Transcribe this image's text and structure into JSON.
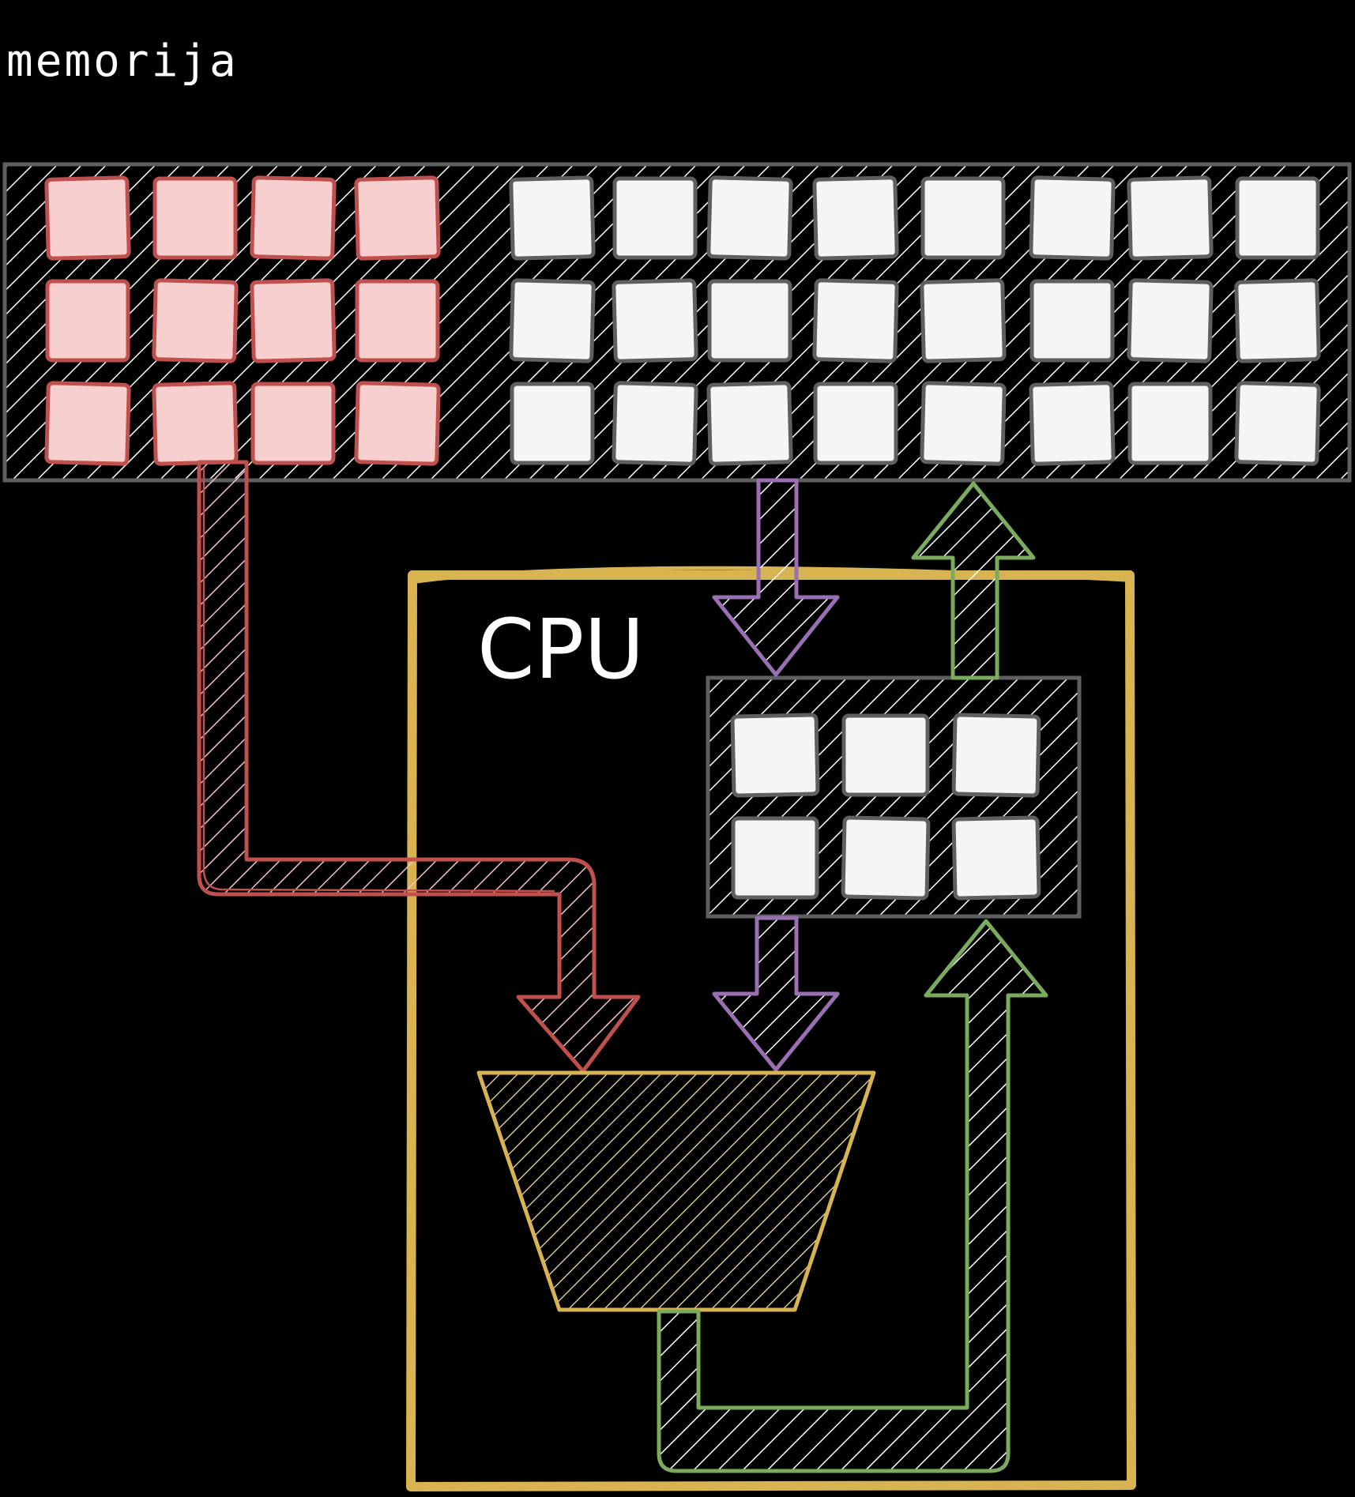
{
  "labels": {
    "memory": "memorija",
    "cpu": "CPU"
  },
  "memory": {
    "rows": 3,
    "active_columns": 4,
    "idle_columns": 8
  },
  "registers": {
    "rows": 2,
    "columns": 3
  },
  "colors": {
    "background": "#000000",
    "hatch": "#ffffff",
    "outline": "#5f5f5f",
    "cell_fill": "#f5f5f5",
    "active_cell_fill": "#f8cfcf",
    "active_outline": "#c0504d",
    "cpu_outline": "#d8b352",
    "alu_fill": "#fbe7a6",
    "load_arrow": "#9b6fb3",
    "store_arrow": "#7aab5e",
    "operand_arrow": "#c0504d",
    "operand_hatch": "#f6c3c1"
  }
}
